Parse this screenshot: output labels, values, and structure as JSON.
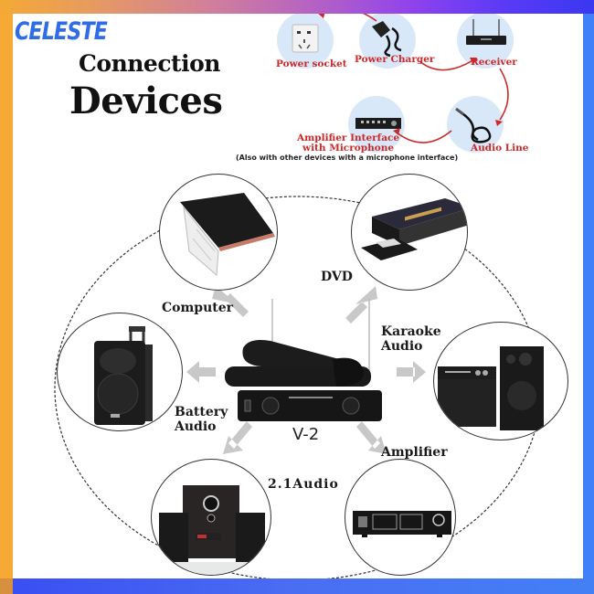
{
  "brand": {
    "name": "CELESTE",
    "color": "#2f6de8"
  },
  "title": {
    "line1": "Connection",
    "line2": "Devices"
  },
  "frame": {
    "top_gradient": [
      "#f5a935",
      "#d1809a",
      "#8d42ee",
      "#3a38f2"
    ],
    "left": "#f7a935",
    "right": "#4080f8",
    "bottom": "#4a6ef2"
  },
  "flow": {
    "steps": [
      {
        "label": "Power socket",
        "icon": "wall-socket-icon"
      },
      {
        "label": "Power Charger",
        "icon": "power-adapter-icon"
      },
      {
        "label": "Receiver",
        "icon": "wireless-receiver-icon"
      },
      {
        "label": "Audio Line",
        "icon": "audio-cable-icon"
      },
      {
        "label_line1": "Amplifier Interface",
        "label_line2": "with Microphone",
        "icon": "amplifier-icon"
      }
    ],
    "note": "(Also with other devices with a microphone interface)",
    "accent_color": "#cc2a2a"
  },
  "devices": [
    {
      "label": "Computer",
      "icon": "laptop-icon"
    },
    {
      "label": "DVD",
      "icon": "dvd-player-icon"
    },
    {
      "label_line1": "Karaoke",
      "label_line2": "Audio",
      "icon": "karaoke-speaker-icon"
    },
    {
      "label": "Amplifier",
      "icon": "amplifier-icon"
    },
    {
      "label": "2.1Audio",
      "icon": "speaker-system-icon"
    },
    {
      "label_line1": "Battery",
      "label_line2": "Audio",
      "icon": "portable-speaker-icon"
    }
  ],
  "center": {
    "model": "V-2",
    "product": "wireless-microphone-set"
  }
}
